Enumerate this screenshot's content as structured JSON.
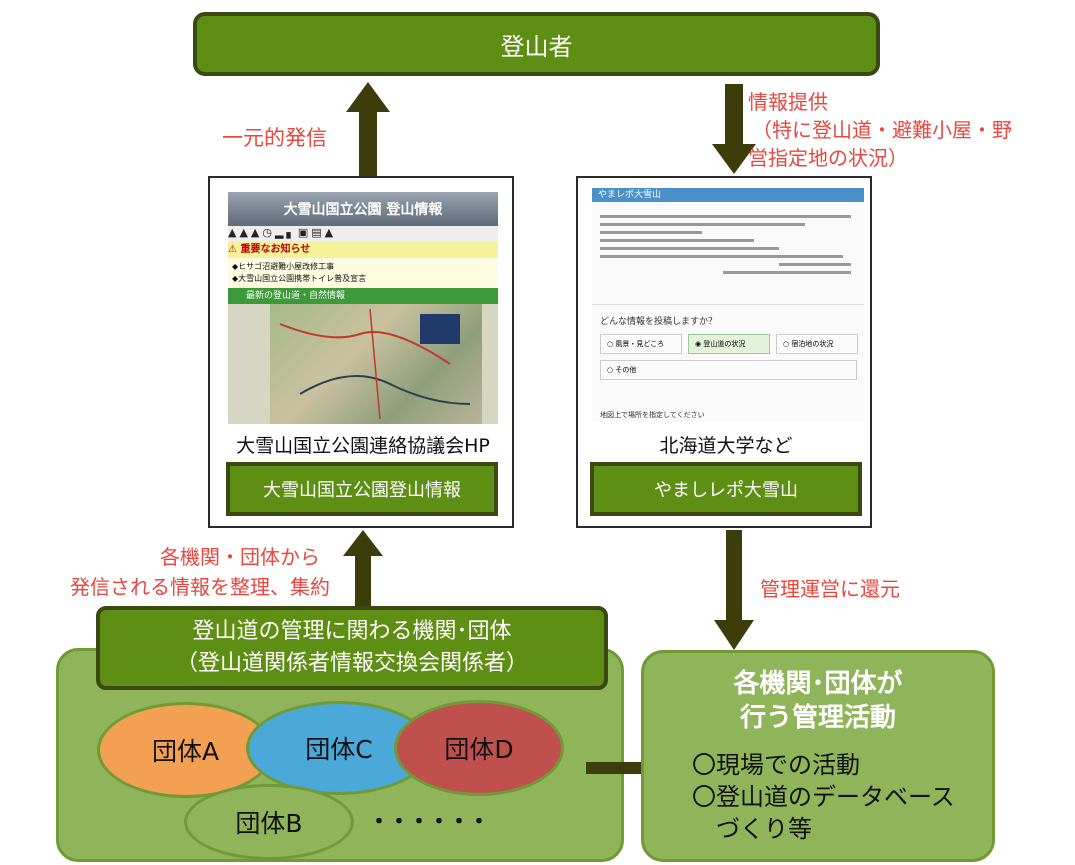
{
  "top_box": {
    "label": "登山者"
  },
  "left_arrow_label": "一元的発信",
  "right_arrow_label_lines": [
    "情報提供",
    "（特に登山道・避難小屋・野",
    "営指定地の状況）"
  ],
  "left_panel": {
    "screenshot_title": "大雪山国立公園 登山情報",
    "notice_header": "重要なお知らせ",
    "notice_items": [
      "◆ヒサゴ沼避難小屋改修工事",
      "◆大雪山国立公園携帯トイレ普及宣言"
    ],
    "section_header": "最新の登山道・自然情報",
    "caption": "大雪山国立公園連絡協議会HP",
    "button_label": "大雪山国立公園登山情報"
  },
  "right_panel": {
    "screenshot_header": "やまレポ大雪山",
    "question": "どんな情報を投稿しますか？",
    "options": [
      "風景・見どころ",
      "登山道の状況",
      "宿泊地の状況",
      "その他"
    ],
    "map_prompt": "地図上で場所を指定してください",
    "caption": "北海道大学など",
    "button_label": "やましレポ大雪山"
  },
  "left_bottom_label_lines": [
    "各機関・団体から",
    "発信される情報を整理、集約"
  ],
  "right_bottom_label": "管理運営に還元",
  "org_box": {
    "line1": "登山道の管理に関わる機関･団体",
    "line2": "（登山道関係者情報交換会関係者）"
  },
  "groups": [
    {
      "label": "団体A",
      "color": "#f4a053"
    },
    {
      "label": "団体C",
      "color": "#4aa9d8"
    },
    {
      "label": "団体D",
      "color": "#c0504d"
    },
    {
      "label": "団体B",
      "color": "#8fb45a"
    }
  ],
  "dots": "・・・・・・",
  "activities": {
    "title_line1": "各機関･団体が",
    "title_line2": "行う管理活動",
    "items": [
      "〇現場での活動",
      "〇登山道のデータベース",
      "　づくり等"
    ]
  }
}
